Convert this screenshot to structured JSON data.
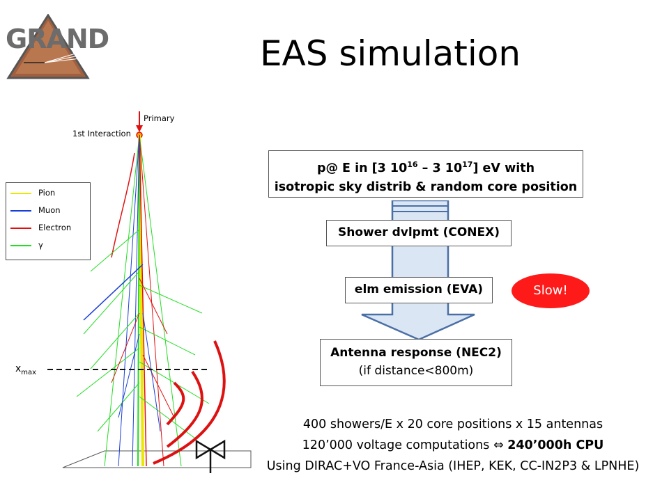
{
  "title": "EAS simulation",
  "logo": {
    "text": "GRAND"
  },
  "shower_figure": {
    "primary_label": "Primary",
    "first_interaction_label": "1st Interaction",
    "xmax_label": "x",
    "xmax_sub": "max",
    "legend": [
      {
        "label": "Pion",
        "color": "#e8e800"
      },
      {
        "label": "Muon",
        "color": "#1a3fd6"
      },
      {
        "label": "Electron",
        "color": "#e01010"
      },
      {
        "label": "γ",
        "color": "#22dd22"
      }
    ]
  },
  "flow": {
    "box_main": {
      "line1_prefix": "p@ E in [3 10",
      "sup1": "16",
      "line1_mid": " – 3 10",
      "sup2": "17",
      "line1_suffix": "] eV with",
      "line2": "isotropic sky distrib & random core position"
    },
    "box_conex": "Shower dvlpmt (CONEX)",
    "box_eva": "elm emission (EVA)",
    "box_nec": {
      "line1": "Antenna response (NEC2)",
      "line2": "(if distance<800m)"
    },
    "slow_badge": "Slow!"
  },
  "bottom_text": {
    "line1": "400 showers/E x 20 core positions x 15 antennas",
    "line2_prefix": "120’000 voltage computations",
    "line2_arrow": "⇔",
    "line2_bold": "240’000h CPU",
    "line3": "Using DIRAC+VO France-Asia (IHEP, KEK, CC-IN2P3 & LPNHE)"
  },
  "colors": {
    "arrow_fill": "#dbe6f4",
    "arrow_stroke": "#4a6fa5",
    "slow_badge": "#ff1a1a",
    "antenna_arcs": "#dd1111"
  }
}
